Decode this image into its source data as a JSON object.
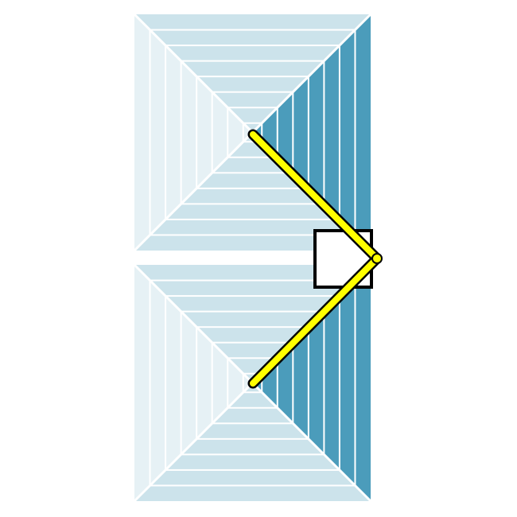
{
  "colors": {
    "background": "#ffffff",
    "face_left": "#e6f1f5",
    "face_top_bottom": "#cce3eb",
    "face_right": "#4b9cbb",
    "stripe": "#ffffff",
    "path": "#ffff00",
    "path_outline": "#000000",
    "marker_square": "#000000"
  },
  "pyramids": [
    {
      "name": "upper-pyramid",
      "stripes_per_face": 7
    },
    {
      "name": "lower-pyramid",
      "stripes_per_face": 7
    }
  ],
  "path": {
    "description_points": [
      "upper-apex",
      "right-edge-midpoint",
      "lower-apex"
    ]
  },
  "marker": {
    "shape": "square",
    "fill": "#ffffff"
  }
}
